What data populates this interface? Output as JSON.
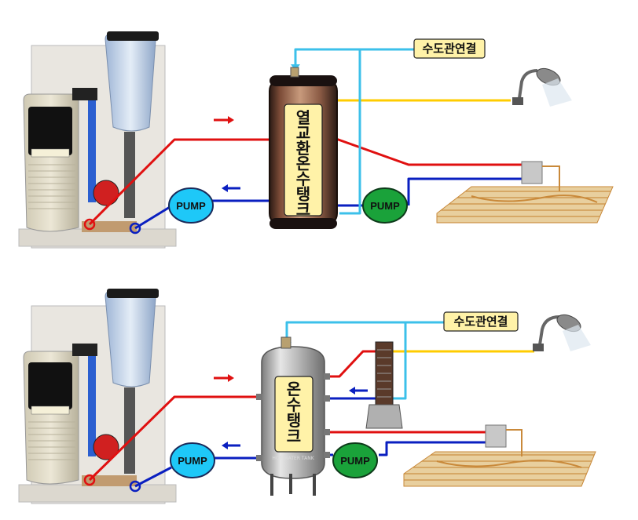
{
  "top_system": {
    "tank_label": "열교환온수탱크",
    "water_label": "수도관연결",
    "pump_left": "PUMP",
    "pump_right": "PUMP"
  },
  "bottom_system": {
    "tank_label": "온수탱크",
    "tank_plate": "HOT WATER TANK",
    "water_label": "수도관연결",
    "pump_left": "PUMP",
    "pump_right": "PUMP"
  },
  "colors": {
    "hot": "#e01010",
    "cold": "#0a1fc0",
    "supply": "#3cc0ea",
    "dhw": "#ffcc00",
    "pump_blue": "#1ec8f8",
    "pump_green": "#1aa23a",
    "label_bg": "#fff2a8"
  }
}
